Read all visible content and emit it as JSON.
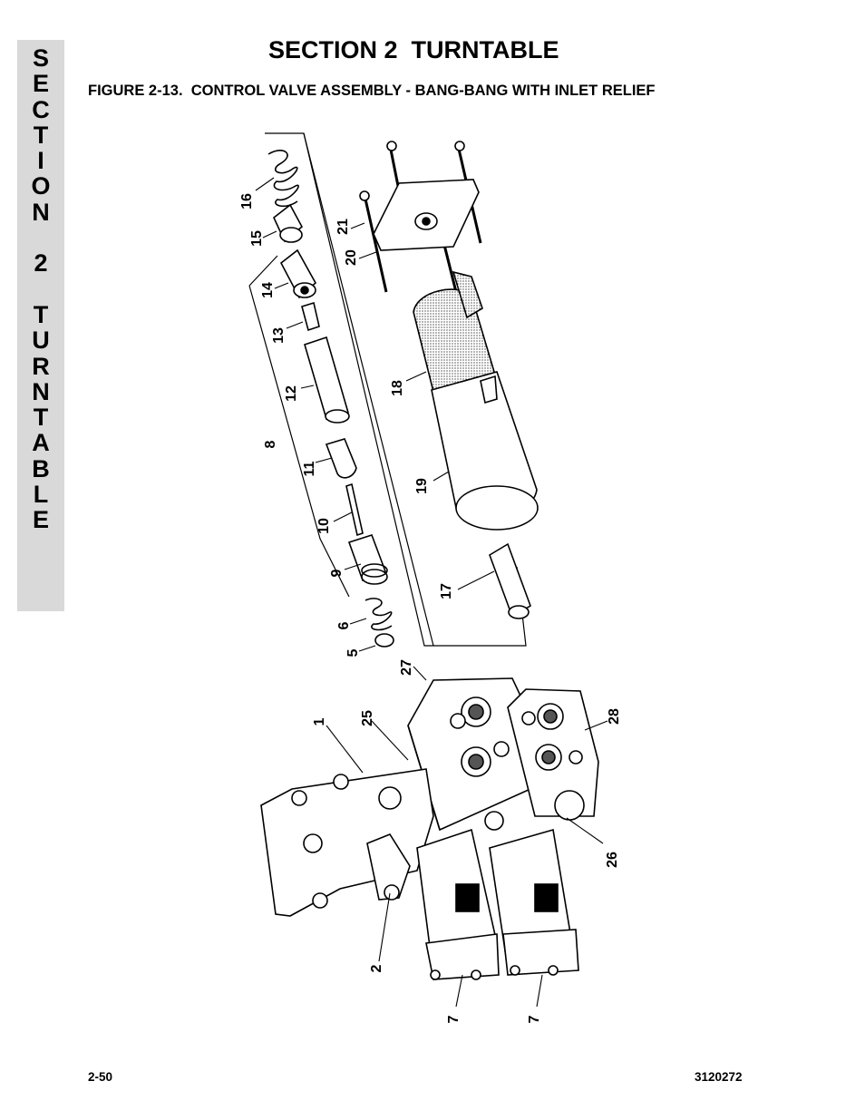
{
  "side_tab": {
    "letters": [
      "S",
      "E",
      "C",
      "T",
      "I",
      "O",
      "N",
      "",
      "2",
      "",
      "T",
      "U",
      "R",
      "N",
      "T",
      "A",
      "B",
      "L",
      "E"
    ]
  },
  "header": {
    "title": "SECTION 2  TURNTABLE",
    "figure_title": "FIGURE 2-13.  CONTROL VALVE ASSEMBLY - BANG-BANG WITH INLET RELIEF"
  },
  "callouts": [
    "16",
    "15",
    "14",
    "13",
    "12",
    "8",
    "11",
    "10",
    "9",
    "6",
    "5",
    "27",
    "25",
    "1",
    "2",
    "7",
    "7",
    "26",
    "28",
    "17",
    "19",
    "18",
    "20",
    "21"
  ],
  "footer": {
    "page_number": "2-50",
    "document_number": "3120272"
  }
}
